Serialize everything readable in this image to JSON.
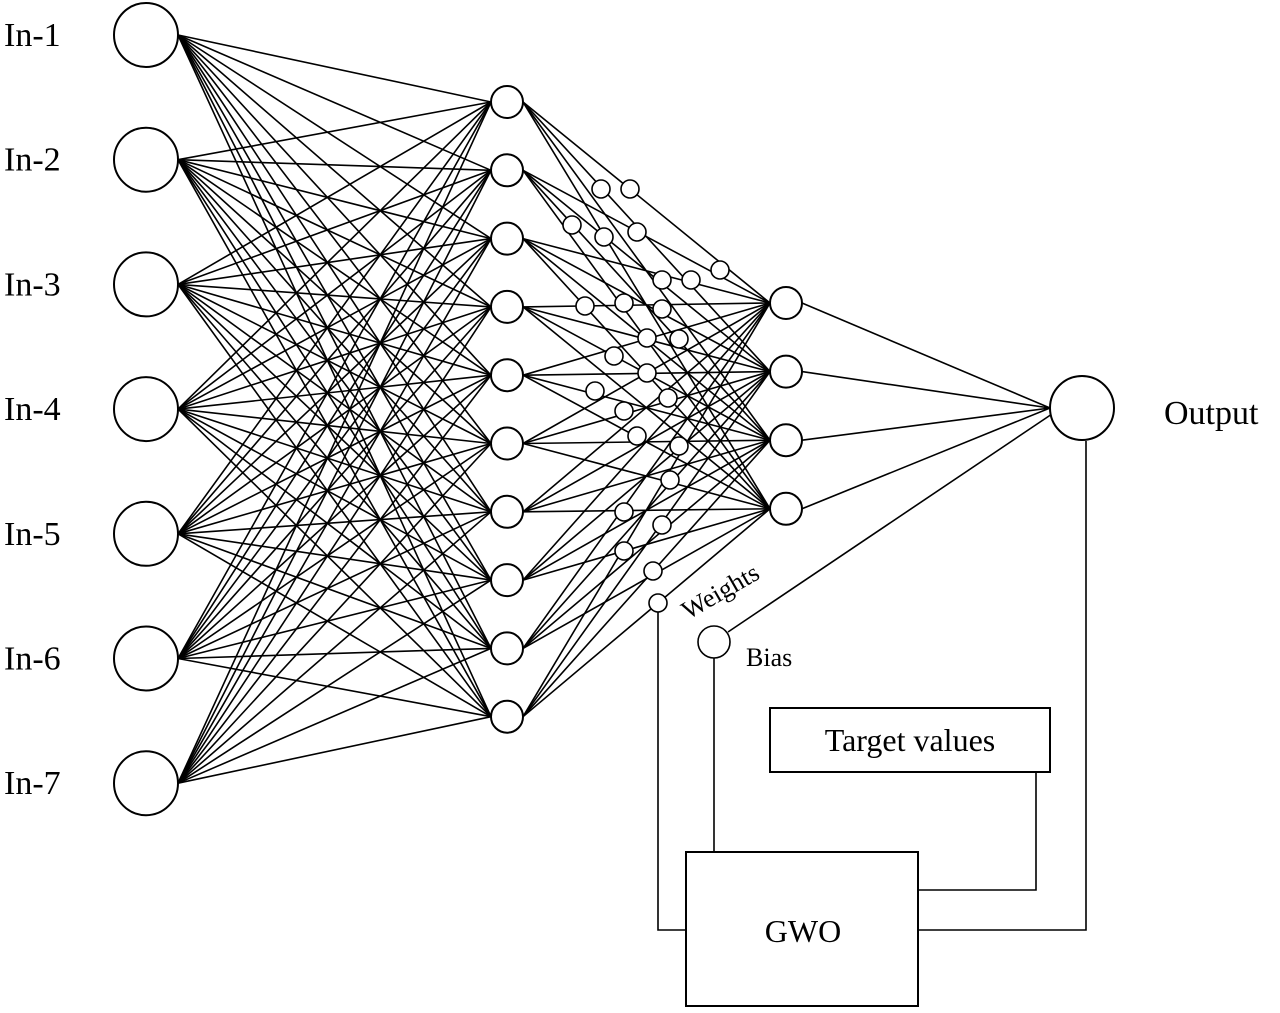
{
  "inputs": [
    "In-1",
    "In-2",
    "In-3",
    "In-4",
    "In-5",
    "In-6",
    "In-7"
  ],
  "hidden_layer_1_count": 10,
  "hidden_layer_2_count": 4,
  "output_label": "Output",
  "weights_label": "Weights",
  "bias_label": "Bias",
  "target_box_label": "Target values",
  "optimizer_box_label": "GWO",
  "colors": {
    "stroke": "#000000",
    "background": "#ffffff"
  }
}
